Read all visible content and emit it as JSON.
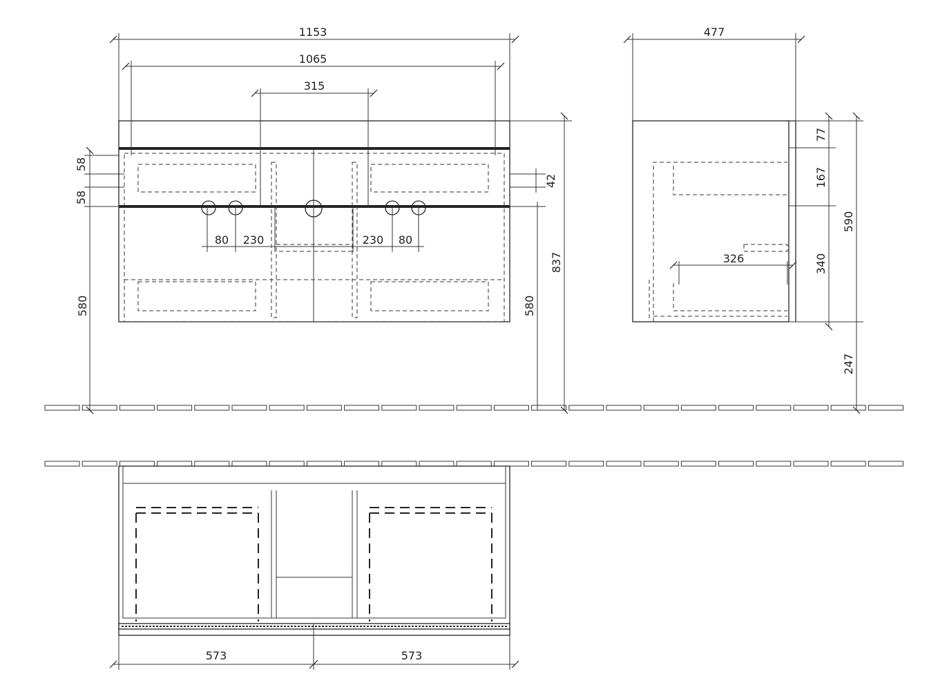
{
  "front_view": {
    "width_overall": "1153",
    "width_basin_span": "1065",
    "tap_spacing": "315",
    "top_offset_1": "58",
    "top_offset_2": "58",
    "drawer_gap": "42",
    "hole_1": "80",
    "hole_2": "230",
    "hole_3": "230",
    "hole_4": "80",
    "height_left": "580",
    "height_right": "580",
    "height_total": "837"
  },
  "side_view": {
    "depth": "477",
    "top_band": "77",
    "upper_drawer": "167",
    "lower_drawer": "340",
    "height": "590",
    "floor_clearance": "247",
    "inner_depth": "326"
  },
  "plan_view": {
    "drawer_width_left": "573",
    "drawer_width_right": "573"
  }
}
